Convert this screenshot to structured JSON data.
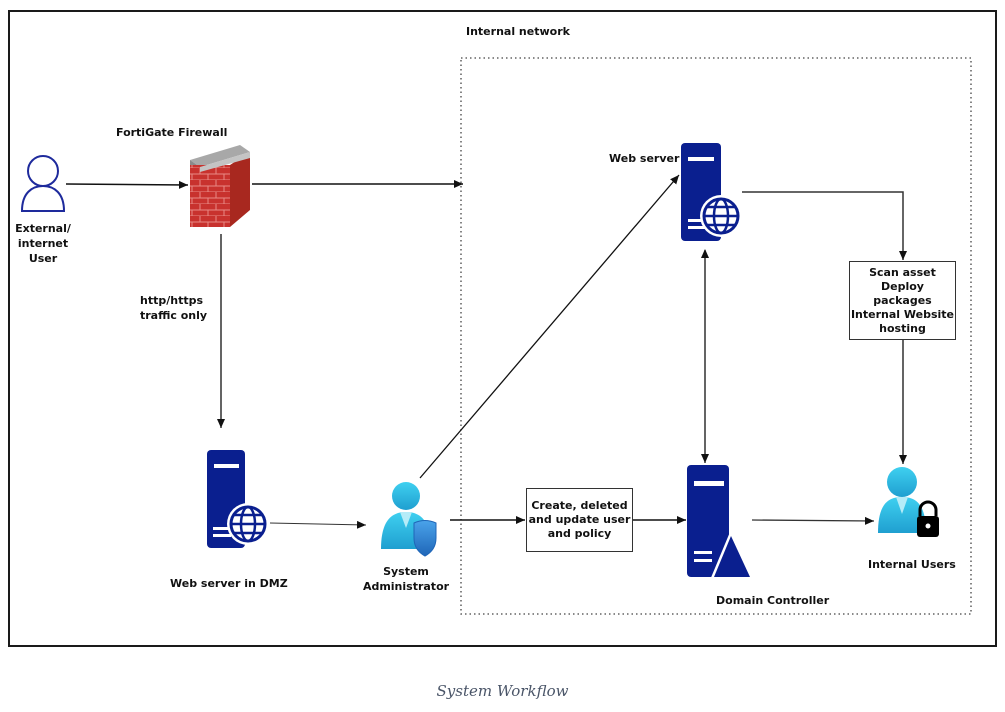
{
  "diagram": {
    "zone_label": "Internal network",
    "nodes": {
      "external_user": {
        "label_lines": [
          "External/",
          "internet",
          "User"
        ],
        "icon": "user-outline-icon"
      },
      "firewall": {
        "label": "FortiGate Firewall",
        "icon": "firewall-brick-icon"
      },
      "dmz_server": {
        "label": "Web server in DMZ",
        "icon": "web-server-icon"
      },
      "sysadmin": {
        "label_lines": [
          "System",
          "Administrator"
        ],
        "icon": "admin-shield-user-icon"
      },
      "web_server": {
        "label": "Web server",
        "icon": "web-server-icon"
      },
      "domain_controller": {
        "label": "Domain Controller",
        "icon": "domain-controller-icon"
      },
      "internal_users": {
        "label": "Internal Users",
        "icon": "locked-user-icon"
      }
    },
    "edge_labels": {
      "http_traffic": [
        "http/https",
        "traffic only"
      ]
    },
    "process_boxes": {
      "admin_tasks": [
        "Create, deleted",
        "and update user",
        "and policy"
      ],
      "web_tasks": [
        "Scan asset",
        "Deploy packages",
        "Internal Website",
        "hosting"
      ]
    },
    "colors": {
      "server_blue": "#0a1f8f",
      "user_outline": "#1e2a9c",
      "person_cyan": "#33bde6",
      "shield_blue": "#2b7fd4",
      "brick_red": "#c8322e",
      "brick_cap": "#9a9a9a"
    }
  },
  "caption": "System Workflow"
}
